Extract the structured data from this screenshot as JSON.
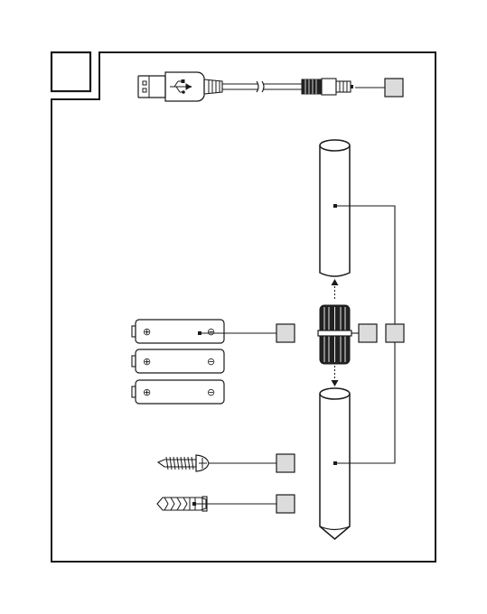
{
  "colors": {
    "ink": "#1a1a1a",
    "label_box_fill": "#dcdcdc",
    "part_fill": "#ffffff",
    "connector_fill": "#222222"
  },
  "battery_symbols": {
    "positive": "⊕",
    "negative": "⊖"
  },
  "parts": [
    {
      "name": "usb-charging-cable",
      "icon": "usb-cable-icon"
    },
    {
      "name": "upper-tube",
      "icon": "tube-icon"
    },
    {
      "name": "connector",
      "icon": "connector-icon"
    },
    {
      "name": "lower-tube-spike",
      "icon": "spike-tube-icon"
    },
    {
      "name": "aa-batteries",
      "icon": "battery-icon",
      "count": 3
    },
    {
      "name": "screw",
      "icon": "screw-icon"
    },
    {
      "name": "wall-plug",
      "icon": "wall-plug-icon"
    }
  ]
}
